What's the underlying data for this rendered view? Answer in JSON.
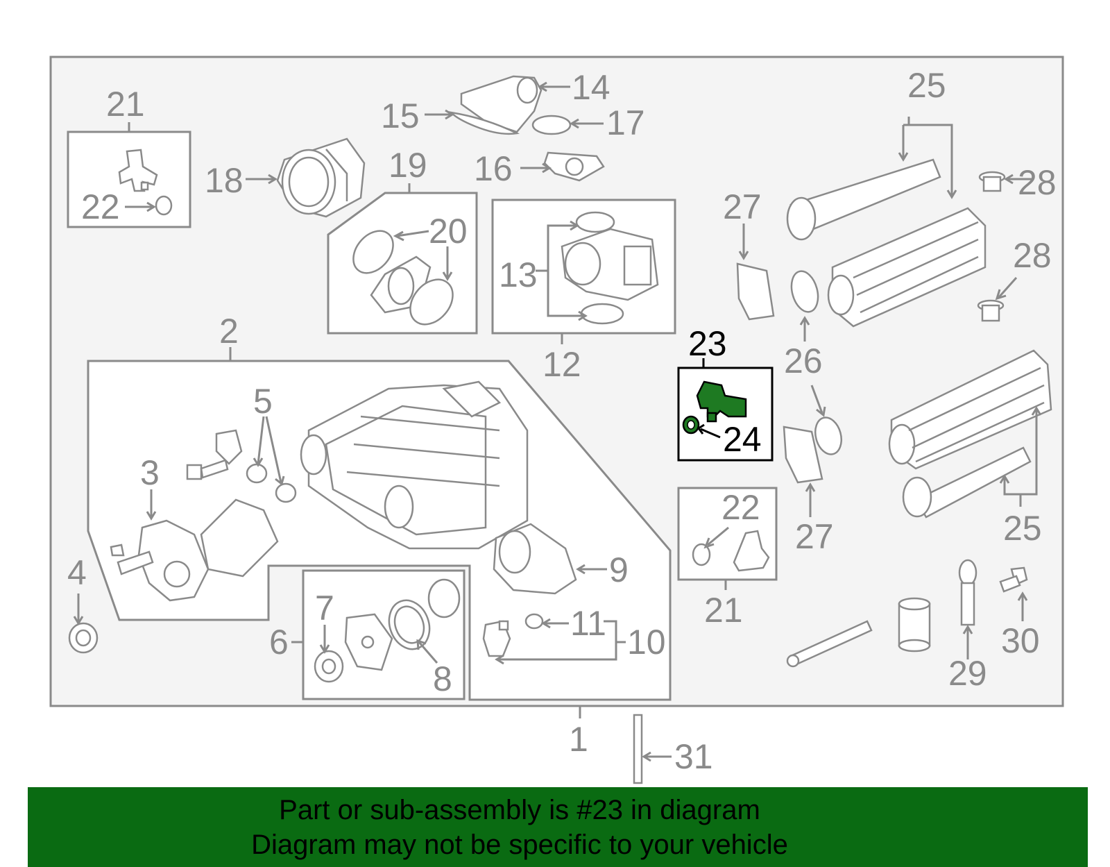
{
  "labels": {
    "p1": "1",
    "p2": "2",
    "p3": "3",
    "p4": "4",
    "p5": "5",
    "p6": "6",
    "p7": "7",
    "p8": "8",
    "p9": "9",
    "p10": "10",
    "p11": "11",
    "p12": "12",
    "p13": "13",
    "p14": "14",
    "p15": "15",
    "p16": "16",
    "p17": "17",
    "p18": "18",
    "p19": "19",
    "p20": "20",
    "p21": "21",
    "p22": "22",
    "p23": "23",
    "p24": "24",
    "p25": "25",
    "p26": "26",
    "p27": "27",
    "p28": "28",
    "p29": "29",
    "p30": "30",
    "p31": "31"
  },
  "highlighted_part": "23",
  "colors": {
    "highlight_box": "#000000",
    "highlight_part": "#1e7a22",
    "banner": "#0a6b12",
    "line_art": "#8a8a8a"
  },
  "banner": {
    "line1": "Part or sub-assembly is #23 in diagram",
    "line2": "Diagram may not be specific to your vehicle"
  }
}
